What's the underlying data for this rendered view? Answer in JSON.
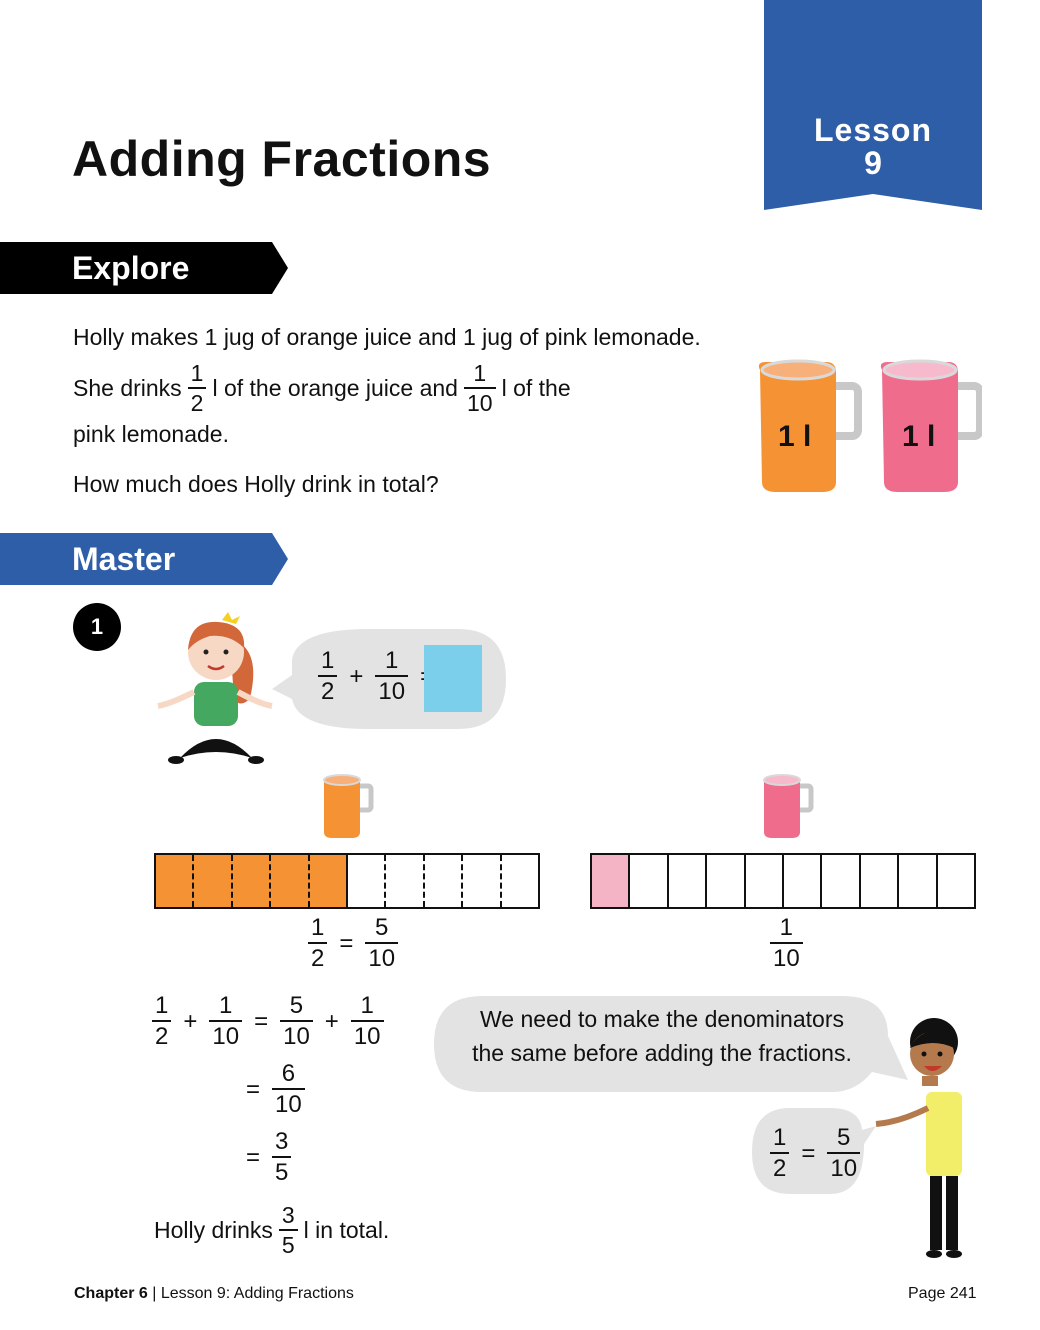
{
  "lesson_tab": {
    "label": "Lesson",
    "number": "9",
    "color": "#2f5ea8"
  },
  "title": "Adding Fractions",
  "explore": {
    "banner": "Explore",
    "line1": "Holly makes 1 jug of orange juice and 1 jug of pink lemonade.",
    "line2_a": "She drinks",
    "frac1": {
      "n": "1",
      "d": "2"
    },
    "line2_b": "l of the orange juice and",
    "frac2": {
      "n": "1",
      "d": "10"
    },
    "line2_c": "l of the",
    "line3": "pink lemonade.",
    "question": "How much does Holly drink in total?",
    "jug_orange_label": "1 l",
    "jug_pink_label": "1 l"
  },
  "master": {
    "banner": "Master",
    "step": "1",
    "bubble": {
      "a": {
        "n": "1",
        "d": "2"
      },
      "plus": "+",
      "b": {
        "n": "1",
        "d": "10"
      },
      "eq": "="
    },
    "bar_left": {
      "caption_a": {
        "n": "1",
        "d": "2"
      },
      "eq": "=",
      "caption_b": {
        "n": "5",
        "d": "10"
      },
      "shaded": 5,
      "total": 10
    },
    "bar_right": {
      "caption": {
        "n": "1",
        "d": "10"
      },
      "shaded": 1,
      "total": 10
    },
    "working": {
      "l1a": {
        "n": "1",
        "d": "2"
      },
      "plus1": "+",
      "l1b": {
        "n": "1",
        "d": "10"
      },
      "eq1": "=",
      "l1c": {
        "n": "5",
        "d": "10"
      },
      "plus2": "+",
      "l1d": {
        "n": "1",
        "d": "10"
      },
      "eq2": "=",
      "l2": {
        "n": "6",
        "d": "10"
      },
      "eq3": "=",
      "l3": {
        "n": "3",
        "d": "5"
      }
    },
    "answer_a": "Holly drinks",
    "answer_frac": {
      "n": "3",
      "d": "5"
    },
    "answer_b": "l in total.",
    "speech_line1": "We need to make the denominators",
    "speech_line2": "the same before adding the fractions.",
    "small_bubble": {
      "a": {
        "n": "1",
        "d": "2"
      },
      "eq": "=",
      "b": {
        "n": "5",
        "d": "10"
      }
    }
  },
  "footer": {
    "chapter": "Chapter 6",
    "sep": "|",
    "lesson": "Lesson 9: Adding Fractions",
    "page": "Page 241"
  },
  "colors": {
    "orange": "#f59233",
    "pink": "#f06c8c",
    "blue": "#2f5ea8",
    "answer_box": "#7ccfea",
    "bubble": "#e3e3e3"
  }
}
